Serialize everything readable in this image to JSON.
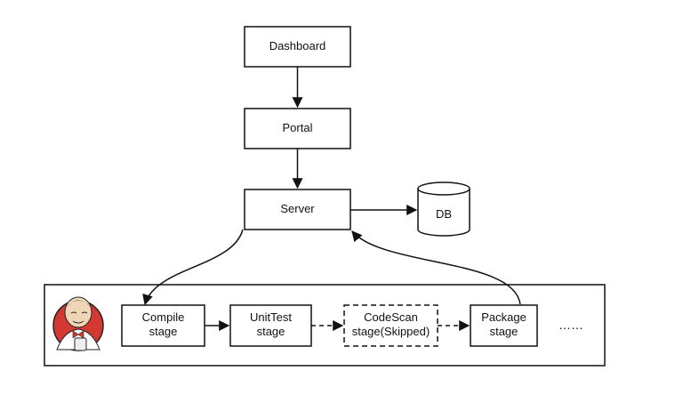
{
  "nodes": {
    "dashboard": "Dashboard",
    "portal": "Portal",
    "server": "Server",
    "db": "DB"
  },
  "pipeline": {
    "compile": [
      "Compile",
      "stage"
    ],
    "unittest": [
      "UnitTest",
      "stage"
    ],
    "codescan": [
      "CodeScan",
      "stage(Skipped)"
    ],
    "package": [
      "Package",
      "stage"
    ],
    "more": "……"
  },
  "colors": {
    "stroke": "#111111",
    "jenkins_red": "#d33833",
    "jenkins_skin": "#f0d6b7"
  },
  "icons": {
    "pipeline_logo": "jenkins-butler-logo"
  }
}
